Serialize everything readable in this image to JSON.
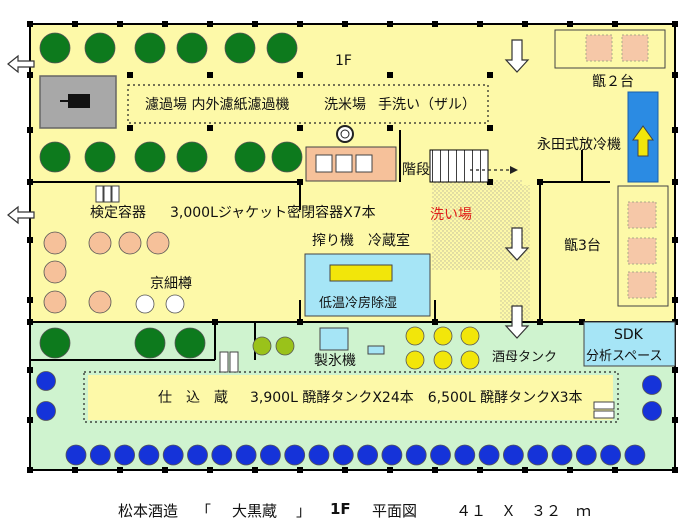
{
  "colors": {
    "floor_yellow": "#fdf9a8",
    "floor_green": "#cff3cf",
    "cyan": "#a6e5f6",
    "tree_green": "#0d7a1d",
    "tank_blue": "#1533d9",
    "tank_yellow": "#f2e60a",
    "tank_olive": "#9ac21a",
    "tank_orange": "#f6c19a",
    "box_orange": "#f6c8a8",
    "wall": "#000000",
    "red_text": "#e0201a"
  },
  "labels": {
    "floor": "1F",
    "filter_room": "濾過場 内外濾紙濾過機",
    "rice_wash": "洗米場",
    "hand_wash": "手洗い（ザル）",
    "koshiki2": "甑２台",
    "cooler": "永田式放冷機",
    "stairs": "階段",
    "inspection": "検定容器",
    "jacket_tanks": "3,000Lジャケット密閉容器X7本",
    "washing_area": "洗い場",
    "press_cold": "搾り機　冷蔵室",
    "koshiki3": "甑3台",
    "kyo_taru": "京細樽",
    "dehumid": "低温冷房除湿",
    "ice_machine": "製氷機",
    "shubo_tank": "酒母タンク",
    "sdk": "SDK",
    "analysis": "分析スペース",
    "brew_room": "仕　込　蔵",
    "ferment_tanks": "3,900L 醗酵タンクX24本　6,500L 醗酵タンクX3本"
  },
  "caption": {
    "name": "松本酒造",
    "bracket_open": "「",
    "building": "大黒蔵",
    "bracket_close": "」",
    "floor": "1F",
    "title": "平面図",
    "size": "４１　Ｘ　３２　ｍ"
  },
  "icons": [
    "tree-icon",
    "tank-icon",
    "exit-arrow-icon",
    "down-arrow-icon",
    "up-arrow-icon",
    "wall-pillar-icon"
  ]
}
